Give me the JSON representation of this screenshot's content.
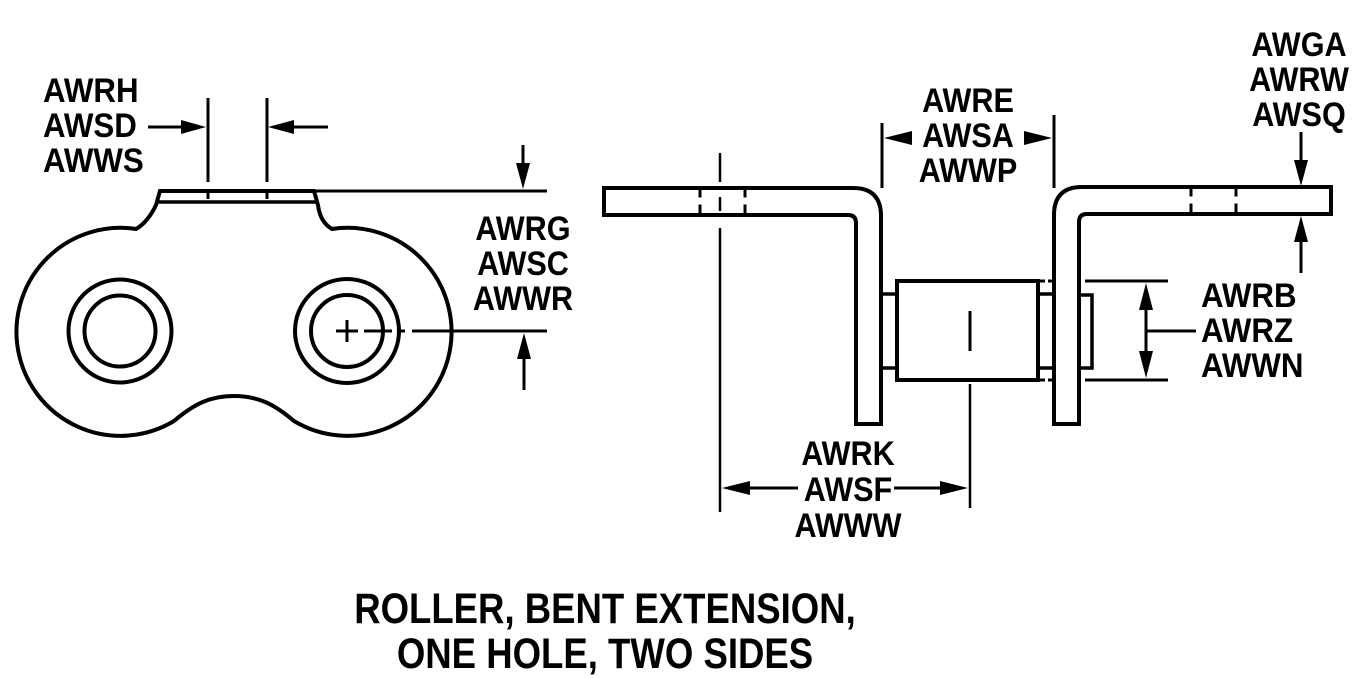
{
  "title": {
    "line1": "ROLLER, BENT EXTENSION,",
    "line2": "ONE HOLE, TWO SIDES"
  },
  "dimensions": {
    "flat_top_width": {
      "labels": [
        "AWRH",
        "AWSD",
        "AWWS"
      ]
    },
    "plate_height": {
      "labels": [
        "AWRG",
        "AWSC",
        "AWWR"
      ]
    },
    "extension_gap": {
      "labels": [
        "AWRE",
        "AWSA",
        "AWWP"
      ]
    },
    "extension_thickness": {
      "labels": [
        "AWGA",
        "AWRW",
        "AWSQ"
      ]
    },
    "roller_diameter": {
      "labels": [
        "AWRB",
        "AWRZ",
        "AWWN"
      ]
    },
    "hole_to_roller_center": {
      "labels": [
        "AWRK",
        "AWSF",
        "AWWW"
      ]
    }
  },
  "colors": {
    "ink": "#000000",
    "background": "#ffffff"
  }
}
